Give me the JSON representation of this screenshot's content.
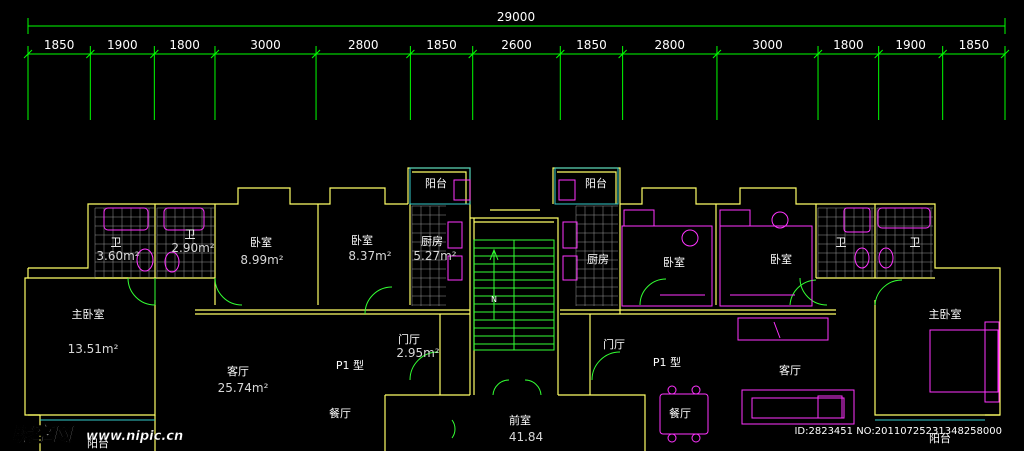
{
  "dimensions": {
    "overall": "29000",
    "segments": [
      "1850",
      "1900",
      "1800",
      "3000",
      "2800",
      "1850",
      "2600",
      "1850",
      "2800",
      "3000",
      "1800",
      "1900",
      "1850"
    ]
  },
  "rooms": {
    "wc_left_1": "卫",
    "wc_left_1_area": "3.60m²",
    "wc_left_2": "卫",
    "wc_left_2_area": "2.90m²",
    "bed_left_1": "卧室",
    "bed_left_1_area": "8.99m²",
    "bed_left_2": "卧室",
    "bed_left_2_area": "8.37m²",
    "kitchen_left": "厨房",
    "kitchen_left_area": "5.27m²",
    "balcony_left": "阳台",
    "balcony_right": "阳台",
    "kitchen_right": "厨房",
    "bed_right_1": "卧室",
    "bed_right_2": "卧室",
    "wc_right_1": "卫",
    "wc_right_2": "卫",
    "master_left": "主卧室",
    "master_left_area": "13.51m²",
    "living_left": "客厅",
    "living_left_area": "25.74m²",
    "type_left": "P1 型",
    "foyer_left": "门厅",
    "foyer_left_area": "2.95m²",
    "dining_left": "餐厅",
    "front_room": "前室",
    "front_room_area": "41.84",
    "foyer_right": "门厅",
    "type_right": "P1 型",
    "living_right": "客厅",
    "dining_right": "餐厅",
    "master_right": "主卧室",
    "balcony_bottom_left": "阳台",
    "balcony_bottom_right": "阳台",
    "stair_north": "N"
  },
  "watermark": {
    "brand": "昵享网",
    "url": "www.nipic.cn",
    "id_text": "ID:2823451 NO:20110725231348258000"
  },
  "colors": {
    "background": "#000000",
    "dim_line": "#00ff00",
    "wall": "#ffff66",
    "furniture": "#ff33ff",
    "stair": "#33ff33",
    "balcony": "#33cccc",
    "text": "#ffffff"
  }
}
